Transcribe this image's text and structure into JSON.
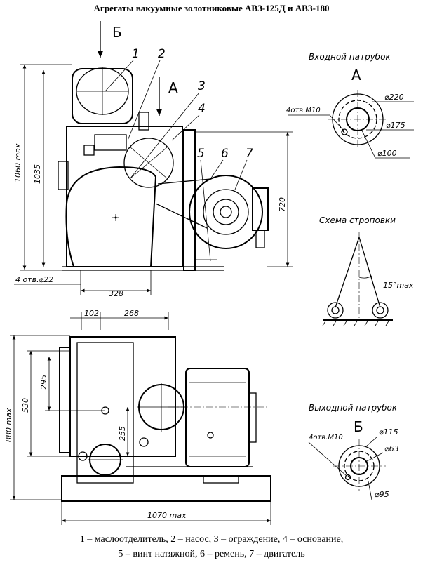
{
  "title": "Агрегаты вакуумные золотниковые АВЗ-125Д и АВЗ-180",
  "views": {
    "view_b_letter": "Б",
    "view_a_letter": "А"
  },
  "callouts": [
    "1",
    "2",
    "3",
    "4",
    "5",
    "6",
    "7"
  ],
  "dimensions": {
    "height_max": "1060 max",
    "height_1035": "1035",
    "height_720": "720",
    "holes_bottom": "4 отв.⌀22",
    "width_328": "328",
    "dim_102": "102",
    "dim_268": "268",
    "height_880": "880 max",
    "dim_530": "530",
    "dim_295": "295",
    "dim_255": "255",
    "length_1070": "1070 max"
  },
  "inlet": {
    "title": "Входной патрубок",
    "letter": "А",
    "holes": "4отв.М10",
    "d220": "⌀220",
    "d175": "⌀175",
    "d100": "⌀100"
  },
  "sling": {
    "title": "Схема строповки",
    "angle": "15°max"
  },
  "outlet": {
    "title": "Выходной патрубок",
    "letter": "Б",
    "holes": "4отв.М10",
    "d115": "⌀115",
    "d63": "⌀63",
    "d95": "⌀95"
  },
  "legend": {
    "line1": "1 – маслоотделитель, 2 – насос, 3 – ограждение, 4 – основание,",
    "line2": "5 – винт натяжной, 6 – ремень, 7 – двигатель"
  }
}
